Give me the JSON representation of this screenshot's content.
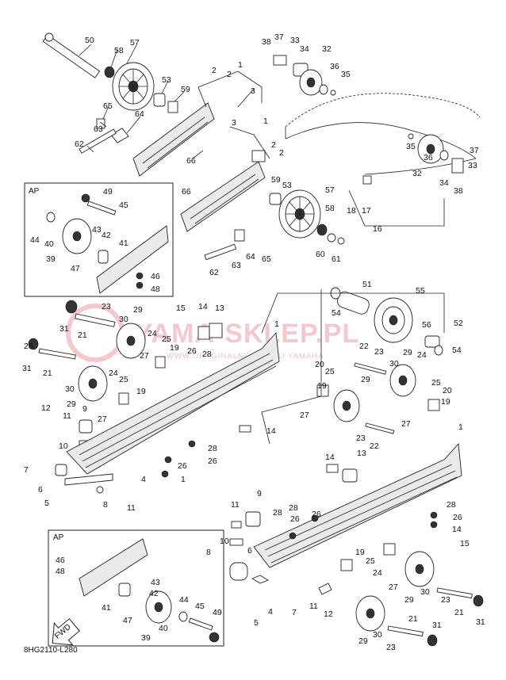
{
  "watermark": {
    "title": "YAMA-SKLEP.PL",
    "subtitle": "WWW.ORYGINALNE CZESCI YAMAHA"
  },
  "inset_label": "AP",
  "fwd_label": "FWD",
  "diagram_code": "8HG2110-L280",
  "callouts": [
    {
      "id": "c1",
      "text": "50"
    },
    {
      "id": "c2",
      "text": "57"
    },
    {
      "id": "c3",
      "text": "58"
    },
    {
      "id": "c4",
      "text": "53"
    },
    {
      "id": "c5",
      "text": "59"
    },
    {
      "id": "c6",
      "text": "2"
    },
    {
      "id": "c7",
      "text": "2"
    },
    {
      "id": "c8",
      "text": "1"
    },
    {
      "id": "c9",
      "text": "3"
    },
    {
      "id": "c10",
      "text": "65"
    },
    {
      "id": "c11",
      "text": "64"
    },
    {
      "id": "c12",
      "text": "63"
    },
    {
      "id": "c13",
      "text": "62"
    },
    {
      "id": "c14",
      "text": "66"
    },
    {
      "id": "c15",
      "text": "38"
    },
    {
      "id": "c16",
      "text": "37"
    },
    {
      "id": "c17",
      "text": "33"
    },
    {
      "id": "c18",
      "text": "34"
    },
    {
      "id": "c19",
      "text": "32"
    },
    {
      "id": "c20",
      "text": "36"
    },
    {
      "id": "c21",
      "text": "35"
    },
    {
      "id": "c22",
      "text": "1"
    },
    {
      "id": "c23",
      "text": "3"
    },
    {
      "id": "c24",
      "text": "2"
    },
    {
      "id": "c25",
      "text": "2"
    },
    {
      "id": "c26",
      "text": "66"
    },
    {
      "id": "c27",
      "text": "59"
    },
    {
      "id": "c28",
      "text": "53"
    },
    {
      "id": "c29",
      "text": "57"
    },
    {
      "id": "c30",
      "text": "58"
    },
    {
      "id": "c31",
      "text": "60"
    },
    {
      "id": "c32",
      "text": "61"
    },
    {
      "id": "c33",
      "text": "62"
    },
    {
      "id": "c34",
      "text": "63"
    },
    {
      "id": "c35",
      "text": "64"
    },
    {
      "id": "c36",
      "text": "65"
    },
    {
      "id": "c37",
      "text": "35"
    },
    {
      "id": "c38",
      "text": "36"
    },
    {
      "id": "c39",
      "text": "32"
    },
    {
      "id": "c40",
      "text": "37"
    },
    {
      "id": "c41",
      "text": "33"
    },
    {
      "id": "c42",
      "text": "34"
    },
    {
      "id": "c43",
      "text": "38"
    },
    {
      "id": "c44",
      "text": "18"
    },
    {
      "id": "c45",
      "text": "17"
    },
    {
      "id": "c46",
      "text": "16"
    },
    {
      "id": "c47",
      "text": "49"
    },
    {
      "id": "c48",
      "text": "45"
    },
    {
      "id": "c49",
      "text": "44"
    },
    {
      "id": "c50",
      "text": "40"
    },
    {
      "id": "c51",
      "text": "43"
    },
    {
      "id": "c52",
      "text": "42"
    },
    {
      "id": "c53",
      "text": "41"
    },
    {
      "id": "c54",
      "text": "39"
    },
    {
      "id": "c55",
      "text": "47"
    },
    {
      "id": "c56",
      "text": "46"
    },
    {
      "id": "c57",
      "text": "48"
    },
    {
      "id": "c58",
      "text": "51"
    },
    {
      "id": "c59",
      "text": "54"
    },
    {
      "id": "c60",
      "text": "55"
    },
    {
      "id": "c61",
      "text": "56"
    },
    {
      "id": "c62",
      "text": "52"
    },
    {
      "id": "c63",
      "text": "54"
    },
    {
      "id": "c64",
      "text": "23"
    },
    {
      "id": "c65",
      "text": "29"
    },
    {
      "id": "c66",
      "text": "31"
    },
    {
      "id": "c67",
      "text": "21"
    },
    {
      "id": "c68",
      "text": "30"
    },
    {
      "id": "c69",
      "text": "15"
    },
    {
      "id": "c70",
      "text": "14"
    },
    {
      "id": "c71",
      "text": "13"
    },
    {
      "id": "c72",
      "text": "1"
    },
    {
      "id": "c73",
      "text": "24"
    },
    {
      "id": "c74",
      "text": "25"
    },
    {
      "id": "c75",
      "text": "19"
    },
    {
      "id": "c76",
      "text": "26"
    },
    {
      "id": "c77",
      "text": "28"
    },
    {
      "id": "c78",
      "text": "27"
    },
    {
      "id": "c79",
      "text": "23"
    },
    {
      "id": "c80",
      "text": "31"
    },
    {
      "id": "c81",
      "text": "21"
    },
    {
      "id": "c82",
      "text": "24"
    },
    {
      "id": "c83",
      "text": "25"
    },
    {
      "id": "c84",
      "text": "30"
    },
    {
      "id": "c85",
      "text": "19"
    },
    {
      "id": "c86",
      "text": "29"
    },
    {
      "id": "c87",
      "text": "9"
    },
    {
      "id": "c88",
      "text": "27"
    },
    {
      "id": "c89",
      "text": "12"
    },
    {
      "id": "c90",
      "text": "11"
    },
    {
      "id": "c91",
      "text": "10"
    },
    {
      "id": "c92",
      "text": "22"
    },
    {
      "id": "c93",
      "text": "23"
    },
    {
      "id": "c94",
      "text": "29"
    },
    {
      "id": "c95",
      "text": "20"
    },
    {
      "id": "c96",
      "text": "25"
    },
    {
      "id": "c97",
      "text": "19"
    },
    {
      "id": "c98",
      "text": "30"
    },
    {
      "id": "c99",
      "text": "29"
    },
    {
      "id": "c100",
      "text": "24"
    },
    {
      "id": "c101",
      "text": "25"
    },
    {
      "id": "c102",
      "text": "20"
    },
    {
      "id": "c103",
      "text": "19"
    },
    {
      "id": "c104",
      "text": "27"
    },
    {
      "id": "c105",
      "text": "23"
    },
    {
      "id": "c106",
      "text": "22"
    },
    {
      "id": "c107",
      "text": "27"
    },
    {
      "id": "c108",
      "text": "14"
    },
    {
      "id": "c109",
      "text": "7"
    },
    {
      "id": "c110",
      "text": "28"
    },
    {
      "id": "c111",
      "text": "26"
    },
    {
      "id": "c112",
      "text": "6"
    },
    {
      "id": "c113",
      "text": "26"
    },
    {
      "id": "c114",
      "text": "4"
    },
    {
      "id": "c115",
      "text": "5"
    },
    {
      "id": "c116",
      "text": "8"
    },
    {
      "id": "c117",
      "text": "11"
    },
    {
      "id": "c118",
      "text": "1"
    },
    {
      "id": "c119",
      "text": "14"
    },
    {
      "id": "c120",
      "text": "13"
    },
    {
      "id": "c121",
      "text": "11"
    },
    {
      "id": "c122",
      "text": "9"
    },
    {
      "id": "c123",
      "text": "28"
    },
    {
      "id": "c124",
      "text": "26"
    },
    {
      "id": "c125",
      "text": "28"
    },
    {
      "id": "c126",
      "text": "26"
    },
    {
      "id": "c127",
      "text": "28"
    },
    {
      "id": "c128",
      "text": "26"
    },
    {
      "id": "c129",
      "text": "10"
    },
    {
      "id": "c130",
      "text": "8"
    },
    {
      "id": "c131",
      "text": "6"
    },
    {
      "id": "c132",
      "text": "19"
    },
    {
      "id": "c133",
      "text": "25"
    },
    {
      "id": "c134",
      "text": "24"
    },
    {
      "id": "c135",
      "text": "14"
    },
    {
      "id": "c136",
      "text": "15"
    },
    {
      "id": "c137",
      "text": "27"
    },
    {
      "id": "c138",
      "text": "29"
    },
    {
      "id": "c139",
      "text": "30"
    },
    {
      "id": "c140",
      "text": "23"
    },
    {
      "id": "c141",
      "text": "21"
    },
    {
      "id": "c142",
      "text": "31"
    },
    {
      "id": "c143",
      "text": "7"
    },
    {
      "id": "c144",
      "text": "4"
    },
    {
      "id": "c145",
      "text": "5"
    },
    {
      "id": "c146",
      "text": "11"
    },
    {
      "id": "c147",
      "text": "12"
    },
    {
      "id": "c148",
      "text": "29"
    },
    {
      "id": "c149",
      "text": "30"
    },
    {
      "id": "c150",
      "text": "23"
    },
    {
      "id": "c151",
      "text": "21"
    },
    {
      "id": "c152",
      "text": "31"
    },
    {
      "id": "c153",
      "text": "46"
    },
    {
      "id": "c154",
      "text": "48"
    },
    {
      "id": "c155",
      "text": "43"
    },
    {
      "id": "c156",
      "text": "41"
    },
    {
      "id": "c157",
      "text": "47"
    },
    {
      "id": "c158",
      "text": "39"
    },
    {
      "id": "c159",
      "text": "40"
    },
    {
      "id": "c160",
      "text": "44"
    },
    {
      "id": "c161",
      "text": "45"
    },
    {
      "id": "c162",
      "text": "49"
    },
    {
      "id": "c163",
      "text": "42"
    },
    {
      "id": "c164",
      "text": "24"
    },
    {
      "id": "c165",
      "text": "28"
    },
    {
      "id": "c166",
      "text": "13"
    },
    {
      "id": "c167",
      "text": "24"
    },
    {
      "id": "c168",
      "text": "27"
    },
    {
      "id": "c169",
      "text": "28"
    },
    {
      "id": "c170",
      "text": "26"
    }
  ]
}
